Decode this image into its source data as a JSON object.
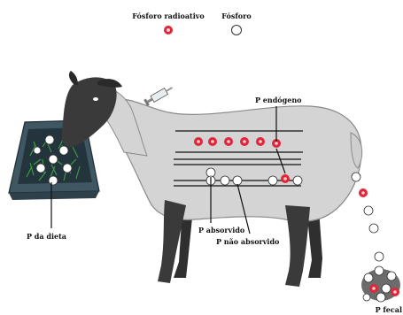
{
  "legend": {
    "radioactive_label": "Fósforo radioativo",
    "phosphorus_label": "Fósforo"
  },
  "labels": {
    "endogenous": "P endógeno",
    "diet": "P da dieta",
    "absorbed": "P absorvido",
    "not_absorbed": "P não absorvido",
    "fecal": "P fecal"
  },
  "colors": {
    "radioactive": "#e0263a",
    "phosphorus_stroke": "#333333",
    "sheep_body": "#d4d4d4",
    "sheep_head": "#3a3a3a",
    "trough": "#3f5663"
  },
  "icons": {
    "syringe": "syringe-icon"
  }
}
